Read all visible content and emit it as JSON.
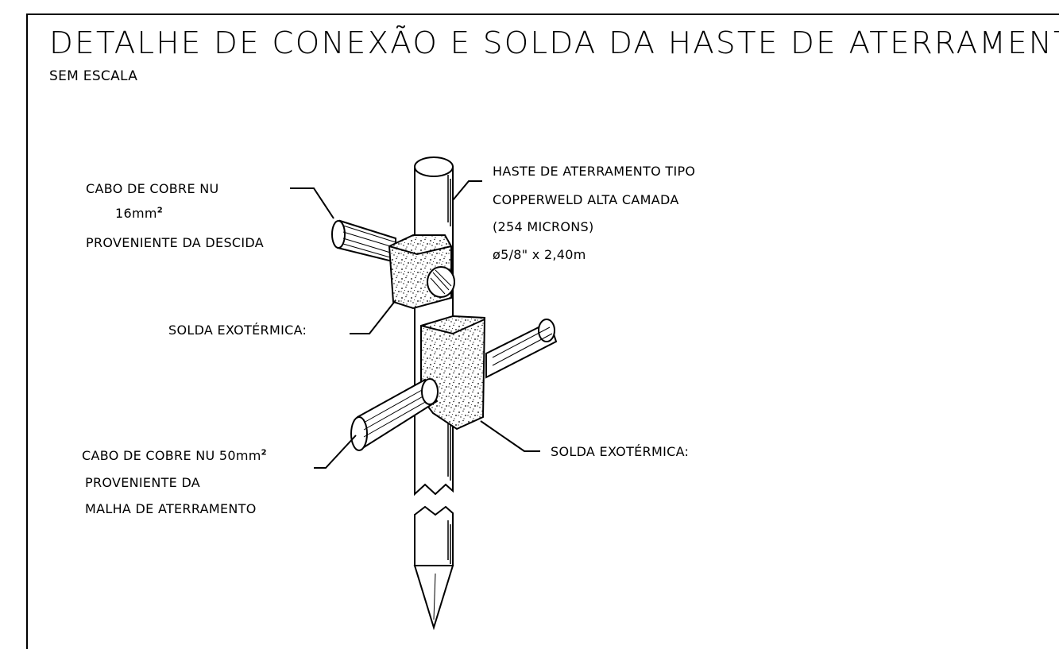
{
  "title": "DETALHE DE CONEXÃO E SOLDA DA HASTE DE ATERRAMENTO",
  "subtitle": "SEM ESCALA",
  "labels": {
    "cabo16_line1": "CABO DE COBRE NU",
    "cabo16_size": "16mm",
    "cabo16_exp": "2",
    "cabo16_line3": "PROVENIENTE DA DESCIDA",
    "haste_line1": "HASTE DE ATERRAMENTO TIPO",
    "haste_line2": "COPPERWELD ALTA CAMADA",
    "haste_line3": "(254 MICRONS)",
    "haste_line4": "ø5/8\" x 2,40m",
    "solda_upper": "SOLDA EXOTÉRMICA:",
    "solda_lower": "SOLDA EXOTÉRMICA:",
    "cabo50_line1": "CABO DE COBRE NU 50mm",
    "cabo50_exp": "2",
    "cabo50_line2": "PROVENIENTE DA",
    "cabo50_line3": "MALHA DE ATERRAMENTO"
  }
}
